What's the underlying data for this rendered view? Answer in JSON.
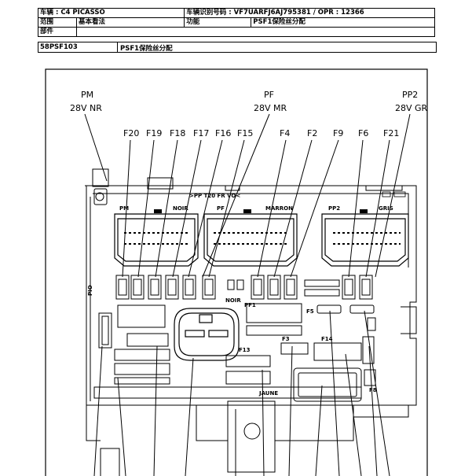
{
  "header": {
    "vehicle": "车辆 : C4 PICASSO",
    "vin": "车辆识别号码 :  VF7UARFJ6AJ795381 / OPR : 12366",
    "scope_label": "范围",
    "scope_value": "基本看法",
    "function_label": "功能",
    "function_value": "PSF1保险丝分配",
    "part_label": "部件"
  },
  "title": {
    "code": "58PSF103",
    "name": "PSF1保险丝分配"
  },
  "diagram": {
    "top_labels": [
      {
        "name": "PM",
        "voltage": "28V NR"
      },
      {
        "name": "PF",
        "voltage": "28V MR"
      },
      {
        "name": "PP2",
        "voltage": "28V GR"
      }
    ],
    "fuses": [
      "F20",
      "F19",
      "F18",
      "F17",
      "F16",
      "F15",
      "F4",
      "F2",
      "F9",
      "F6",
      "F21"
    ],
    "connector_labels": [
      "PM",
      "NOIR",
      "PF",
      "MARRON",
      "PP2",
      "GRIS"
    ],
    "board_text": ">PP T20 FR VO<",
    "inner_labels": [
      "PIO",
      "NOIR",
      "PF1",
      "F5",
      "F3",
      "F14",
      "F13",
      "F8",
      "JAUNE"
    ]
  }
}
